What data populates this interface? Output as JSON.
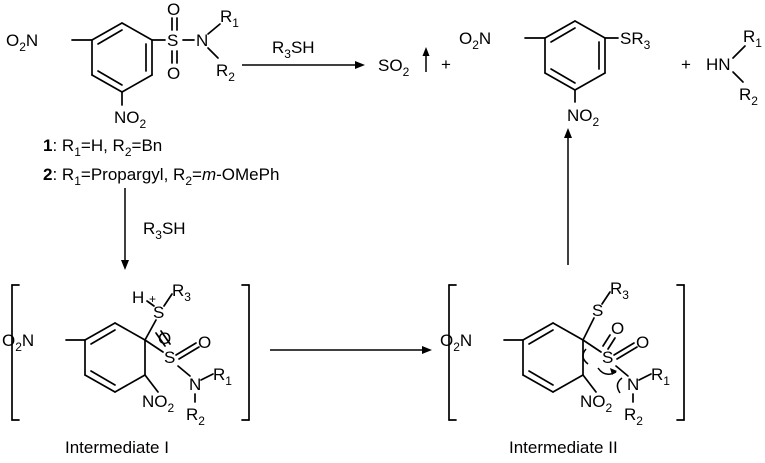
{
  "compound1": {
    "label": "1",
    "text": ": R1=H, R2=Bn"
  },
  "compound2": {
    "label": "2",
    "text_a": ": R1=Propargyl, R2=",
    "text_italic": "m",
    "text_b": "-OMePh"
  },
  "reagent_top": "R3SH",
  "reagent_down": "R3SH",
  "product_so2": "SO2",
  "plus_1": "+",
  "plus_2": "+",
  "caption_intermediate_1": "Intermediate I",
  "caption_intermediate_2": "Intermediate II",
  "atoms": {
    "o2n": "O2N",
    "no2": "NO2",
    "s": "S",
    "o": "O",
    "n": "N",
    "r1": "R1",
    "r2": "R2",
    "r3": "R3",
    "sr3": "SR3",
    "hn": "HN",
    "h": "H",
    "plus_charge": "+"
  }
}
